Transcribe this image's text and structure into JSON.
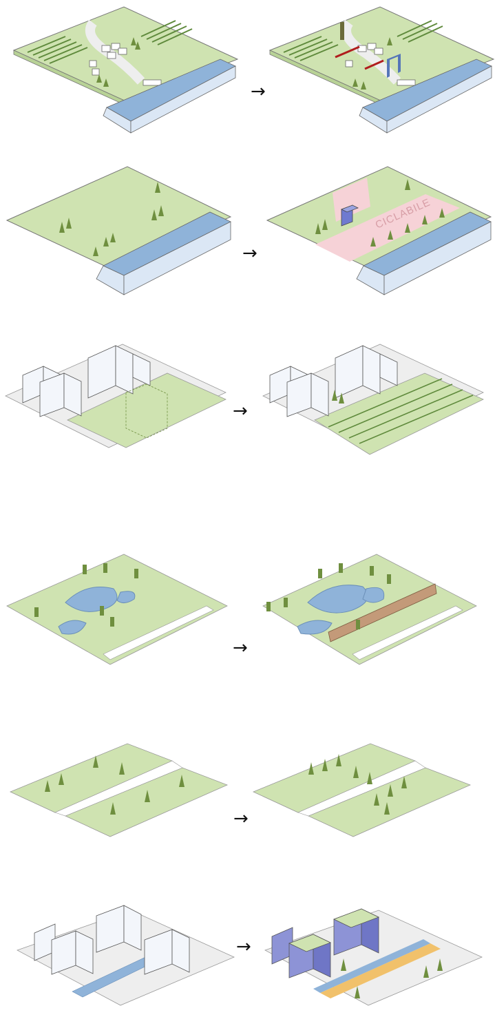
{
  "rows": [
    {
      "id": "farm-river",
      "arrow": "→"
    },
    {
      "id": "riverbank-cycle",
      "arrow": "→",
      "cycle_label": "CICLABILE"
    },
    {
      "id": "urban-garden",
      "arrow": "→"
    },
    {
      "id": "wetland-park",
      "arrow": "→"
    },
    {
      "id": "green-corridor",
      "arrow": "→"
    },
    {
      "id": "green-roofs-canal",
      "arrow": "→"
    }
  ],
  "colors": {
    "grass": "#cfe3b1",
    "grass_dark": "#b8d296",
    "water": "#8fb3d9",
    "water_side": "#dbe7f5",
    "building": "#f3f6fb",
    "building_blue": "#8d93d6",
    "tree": "#6f8f3f",
    "pink": "#f6d2d7",
    "path": "#eeeeee",
    "wood": "#c39a79",
    "yellow": "#f1c16b"
  }
}
